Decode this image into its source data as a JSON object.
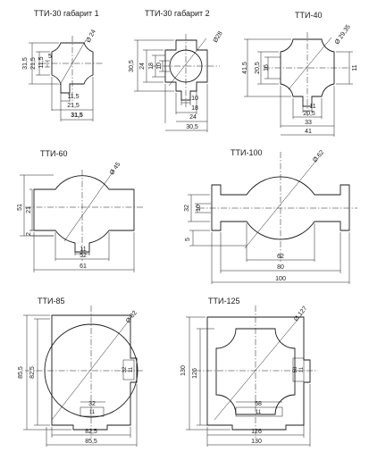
{
  "drawings": [
    {
      "title": "ТТИ-30 габарит 1",
      "dims": {
        "d1": "Ø 24",
        "d2": "31,5",
        "d3": "21,5",
        "d4": "11,5",
        "d5": "5",
        "d6": "11,5",
        "d7": "21,5",
        "d8": "31,5"
      }
    },
    {
      "title": "ТТИ-30 габарит 2",
      "dims": {
        "d1": "Ø28",
        "d2": "30,5",
        "d3": "24",
        "d4": "18",
        "d5": "10",
        "d6": "10",
        "d7": "18",
        "d8": "24",
        "d9": "30,5"
      }
    },
    {
      "title": "ТТИ-40",
      "dims": {
        "d1": "Ø 29,35",
        "d2": "41,5",
        "d3": "20,5",
        "d4": "16",
        "d5": "11",
        "d6": "11",
        "d7": "20,5",
        "d8": "33",
        "d9": "41"
      }
    },
    {
      "title": "ТТИ-60",
      "dims": {
        "d1": "Ø 45",
        "d2": "51",
        "d3": "21",
        "d4": "2",
        "d5": "11",
        "d6": "52",
        "d7": "61"
      }
    },
    {
      "title": "ТТИ-100",
      "dims": {
        "d1": "Ø 62",
        "d2": "32",
        "d3": "10",
        "d4": "5",
        "d5": "62",
        "d6": "80",
        "d7": "100"
      }
    },
    {
      "title": "ТТИ-85",
      "dims": {
        "d1": "Ø 82",
        "d2": "85,5",
        "d3": "82,5",
        "d4": "32",
        "d5": "11",
        "d6": "32",
        "d7": "11",
        "d8": "82,5",
        "d9": "85,5"
      }
    },
    {
      "title": "ТТИ-125",
      "dims": {
        "d1": "Ø 127",
        "d2": "130",
        "d3": "126",
        "d4": "58",
        "d5": "11",
        "d6": "58",
        "d7": "11",
        "d8": "126",
        "d9": "130"
      }
    }
  ]
}
